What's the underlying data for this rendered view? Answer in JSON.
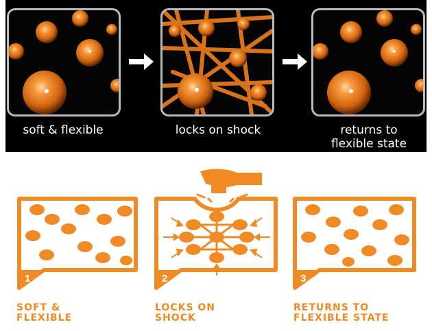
{
  "photo_strip": {
    "captions": [
      "soft & flexible",
      "locks on shock",
      "returns to flexible state"
    ]
  },
  "icon_diagram": {
    "steps": [
      {
        "number": "1",
        "label": "SOFT &\nFLEXIBLE"
      },
      {
        "number": "2",
        "label": "LOCKS ON\nSHOCK"
      },
      {
        "number": "3",
        "label": "RETURNS TO\nFLEXIBLE STATE"
      }
    ]
  },
  "colors": {
    "orange": "#f08a24",
    "background_dark": "#000000",
    "panel_border": "#b8bcbf"
  }
}
